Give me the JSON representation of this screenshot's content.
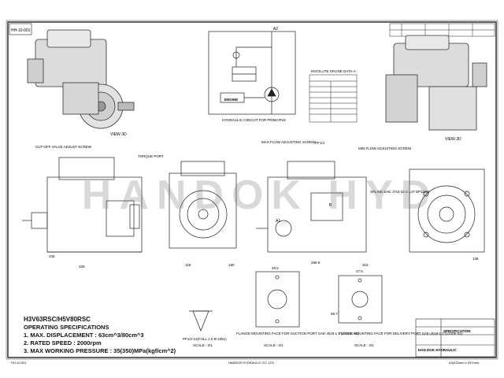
{
  "drawing": {
    "title_ref": "HH-10-001",
    "watermark": "HANDOK HYD",
    "model": "H3V63RSC/H5V80RSC",
    "spec_heading": "OPERATING SPECIFICATIONS",
    "specs": [
      "1. MAX. DISPLACEMENT : 63cm^3/80cm^3",
      "2. RATED SPEED : 2000rpm",
      "3. MAX WORKING PRESSURE : 35(350)MPa(kgf/cm^2)"
    ]
  },
  "views": {
    "view_3d_left": "VIEW-3D",
    "view_3d_right": "VIEW-3D",
    "circuit_title": "HYDRAULIC CIRCUIT FOR PRINCIPLE",
    "involute_title": "INVOLUTE SPLINE DATA-A",
    "cutoff_valve": "CUT-OFF VALVE ADJUST SCREW",
    "torque_port": "TORQUE PORT",
    "maxflow_screw": "MAX.FLOW ADJUSTING SCREW",
    "minflow_screw": "MIN.FLOW ADJUSTING SCREW",
    "port_a2": "A2",
    "port_a1": "A1",
    "port_b": "B",
    "port_pf": "PF1/4",
    "spline_note": "SPLINE SAE J744-32-4 14T DP12/24",
    "suction_flange": "FLANGE MOUNTING FACE FOR SUCTION PORT SAE-J518-1 1\"(CODE 61)",
    "delivery_flange": "FLANGE MOUNTING FACE FOR DELIVERY PORT SAE-J518-1 1\"(CODE 62)",
    "pf_label": "PF1/2-14(FULL J.S B 2351)",
    "scale_1": "SCALE : 2/1",
    "scale_2": "SCALE : 2/1",
    "scale_3": "SCALE : 2/1",
    "engine": "ENGINE",
    "company": "HAN DOK HYDRAULIC",
    "doc_title": "SPECIFICATION",
    "footer_left": "HH-10-001",
    "footer_mid": "HANDOK HYDRAULIC CO.,LTD",
    "footer_right": "A3(420mm x 297mm)"
  },
  "dims": [
    "118",
    "135",
    "205",
    "180",
    "315",
    "289.5",
    "136",
    "49.5",
    "27.5",
    "69.7"
  ]
}
